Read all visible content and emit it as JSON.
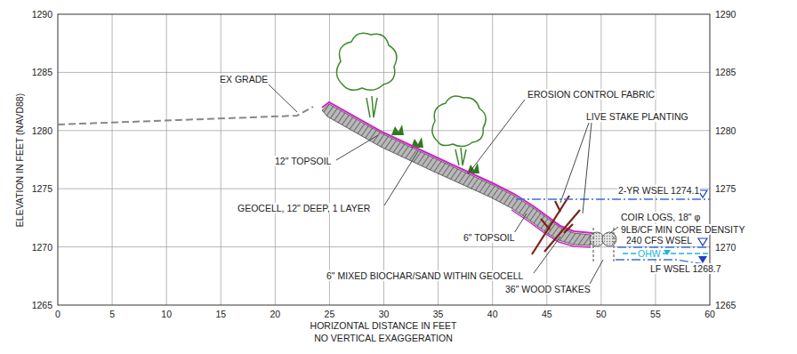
{
  "diagram": {
    "labels": [
      "1290",
      "1285",
      "1280",
      "1275",
      "1270",
      "1265",
      "1290",
      "1285",
      "1280",
      "1275",
      "1270",
      "1265",
      "0",
      "5",
      "10",
      "15",
      "20",
      "25",
      "30",
      "35",
      "40",
      "45",
      "50",
      "55",
      "60",
      "ELEVATION IN FEET (NAVD88)",
      "HORIZONTAL DISTANCE IN FEET",
      "NO VERTICAL EXAGGERATION",
      "EX GRADE",
      "EROSION CONTROL FABRIC",
      "LIVE STAKE PLANTING",
      "12\" TOPSOIL",
      "GEOCELL, 12\" DEEP, 1 LAYER",
      "6\" TOPSOIL",
      "6\" MIXED BIOCHAR/SAND WITHIN GEOCELL",
      "36\" WOOD STAKES",
      "COIR LOGS, 18\" φ",
      "9LB/CF MIN CORE DENSITY",
      "2-YR WSEL 1274.1",
      "240 CFS WSEL",
      "OHW",
      "LF WSEL 1268.7"
    ]
  }
}
